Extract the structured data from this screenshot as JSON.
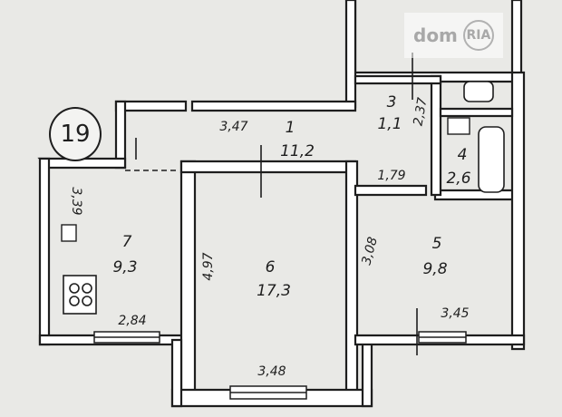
{
  "apartment_number": "19",
  "watermark": {
    "logo_text": "dom",
    "badge_text": "RIA"
  },
  "rooms": [
    {
      "number": "1",
      "area": "11,2"
    },
    {
      "number": "3",
      "area": "1,1"
    },
    {
      "number": "4",
      "area": "2,6"
    },
    {
      "number": "5",
      "area": "9,8"
    },
    {
      "number": "6",
      "area": "17,3"
    },
    {
      "number": "7",
      "area": "9,3"
    }
  ],
  "dimensions": {
    "corridor_length": "3,47",
    "passage": "1,79",
    "bath_height": "2,37",
    "kitchen_depth": "3,39",
    "kitchen_width": "2,84",
    "room6_depth": "4,97",
    "room6_width": "3,48",
    "room5_depth": "3,08",
    "room5_width": "3,45"
  }
}
